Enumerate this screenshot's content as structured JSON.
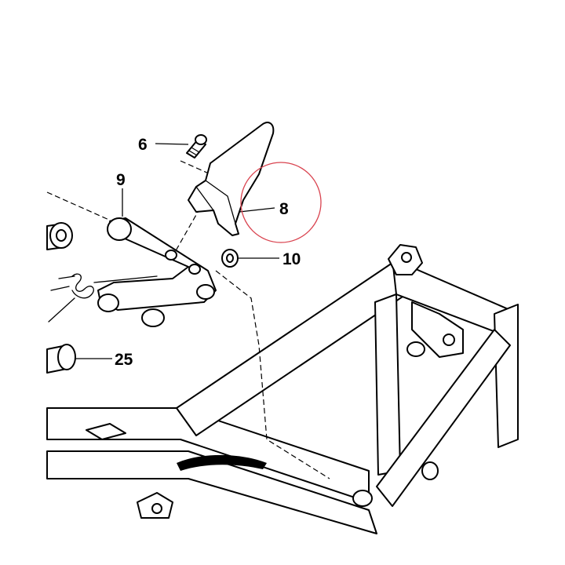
{
  "callouts": [
    {
      "id": "6",
      "label": "6"
    },
    {
      "id": "9",
      "label": "9"
    },
    {
      "id": "8",
      "label": "8"
    },
    {
      "id": "10",
      "label": "10"
    },
    {
      "id": "25",
      "label": "25"
    }
  ],
  "colors": {
    "line": "#000000",
    "background": "#ffffff",
    "highlight_circle": "#d9434f"
  }
}
